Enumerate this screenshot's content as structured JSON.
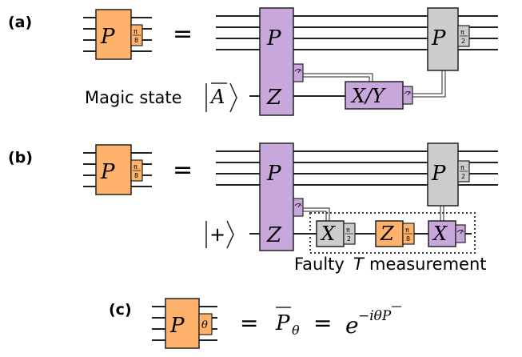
{
  "labels": {
    "panel_a": "(a)",
    "panel_b": "(b)",
    "panel_c": "(c)",
    "magic_state_text": "Magic state",
    "faulty_prefix": "Faulty",
    "faulty_T": "T",
    "faulty_suffix": "measurement"
  },
  "symbols": {
    "P": "P",
    "Z": "Z",
    "X": "X",
    "XY": "X/Y",
    "equals": "=",
    "pi_over_8_num": "π",
    "pi_over_8_den": "8",
    "pi_over_2_num": "π",
    "pi_over_2_den": "2",
    "theta": "θ",
    "A": "A",
    "plus": "+",
    "Pbar_theta_base": "P",
    "Pbar_theta_sub": "θ",
    "exp_base": "e",
    "exp_power": "−iθP"
  },
  "colors": {
    "orange": "#ffb26b",
    "purple": "#c8a8dc",
    "gray": "#cccccc",
    "line": "#222222"
  }
}
